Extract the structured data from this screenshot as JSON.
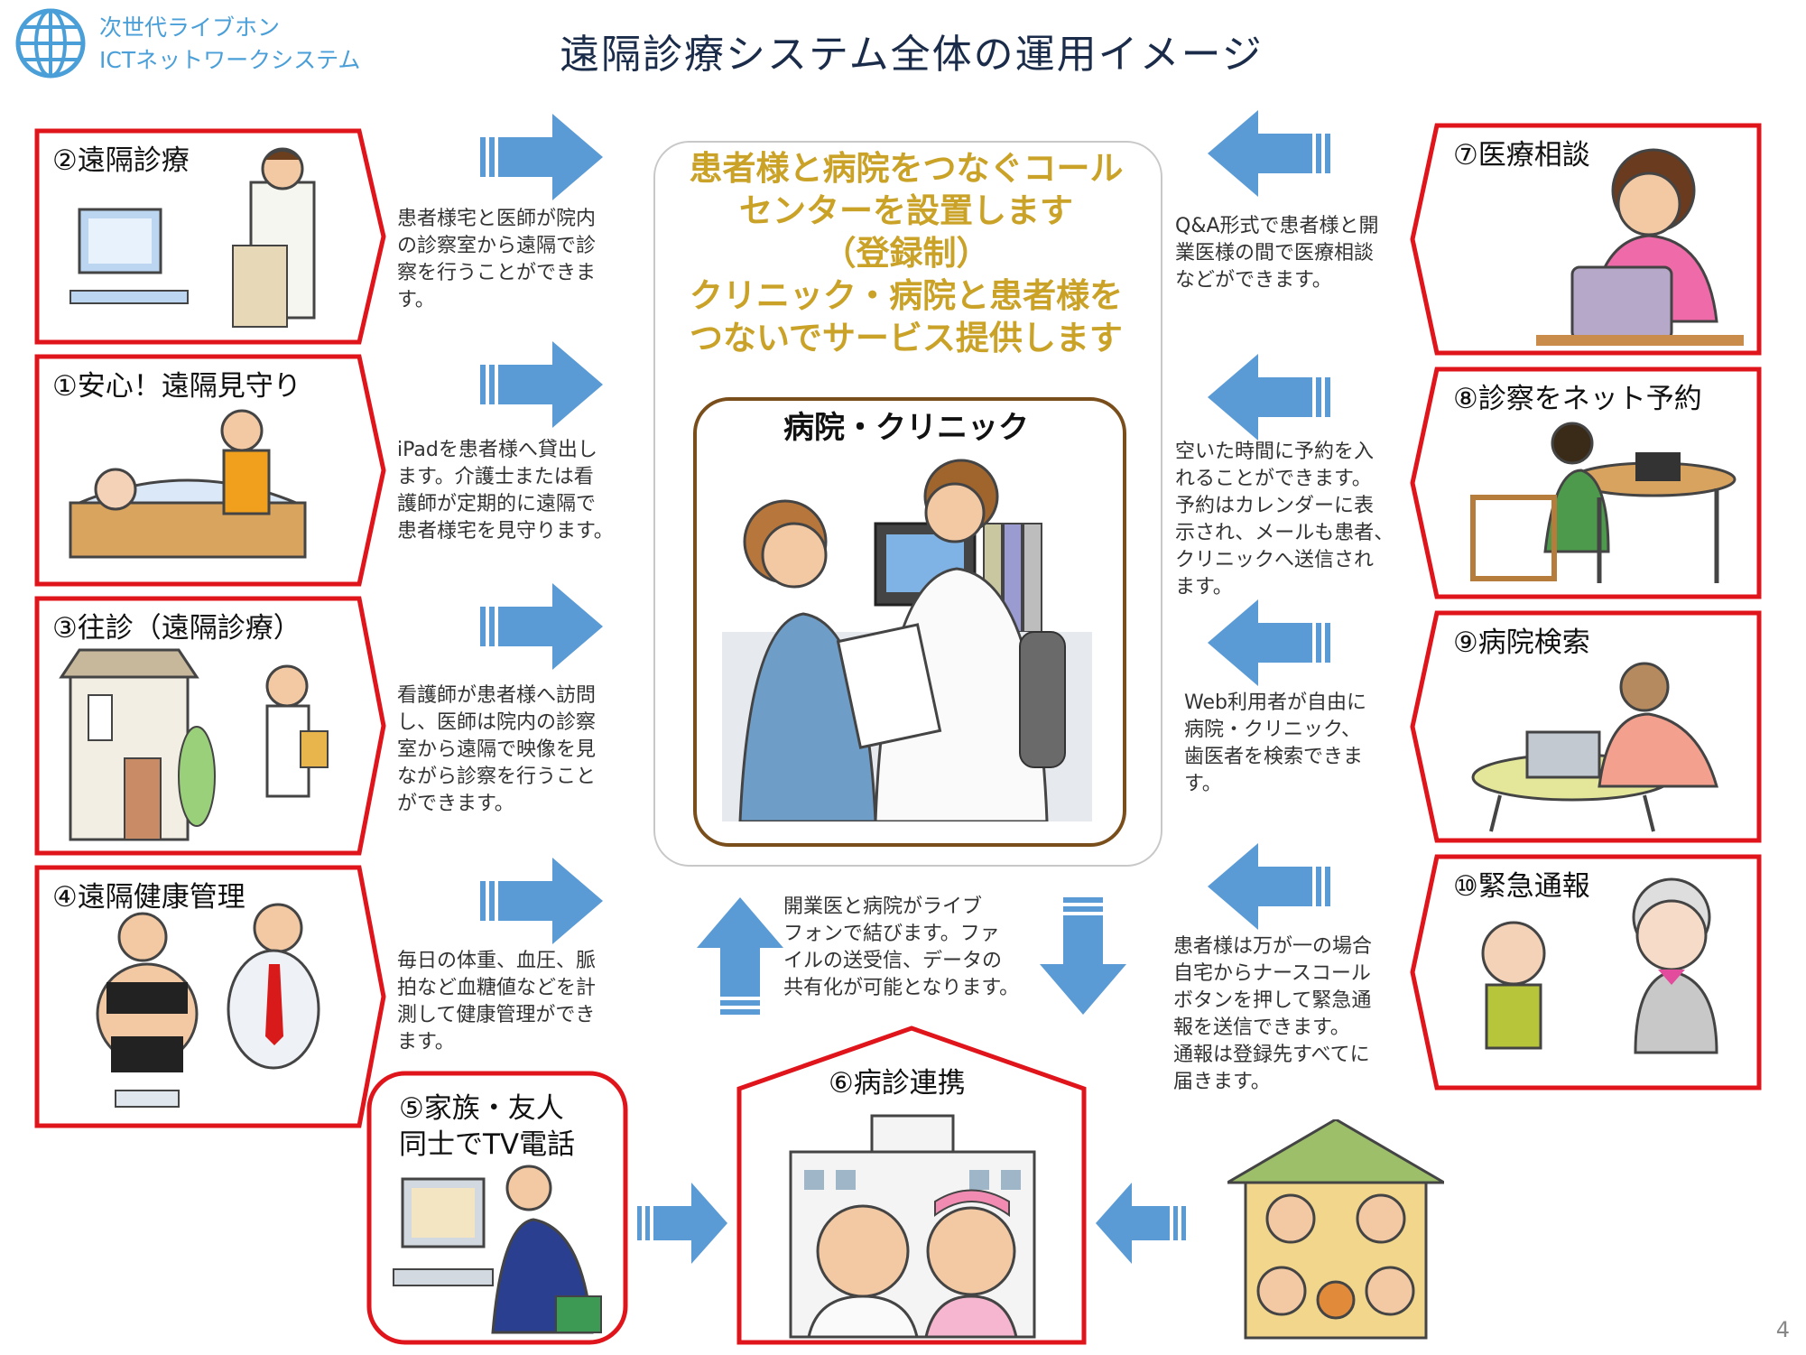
{
  "logo": {
    "line1": "次世代ライブホン",
    "line2": "ICTネットワークシステム",
    "icon": "globe-icon"
  },
  "title": "遠隔診療システム全体の運用イメージ",
  "center": {
    "heading": [
      "患者様と病院をつなぐコール",
      "センターを設置します",
      "（登録制）",
      "クリニック・病院と患者様を",
      "つないでサービス提供します"
    ],
    "hospital_title": "病院・クリニック"
  },
  "services_left": [
    {
      "label": "②遠隔診療",
      "desc": [
        "患者様宅と医師が院内",
        "の診察室から遠隔で診",
        "察を行うことができま",
        "す。"
      ]
    },
    {
      "label": "①安心！遠隔見守り",
      "desc": [
        "iPadを患者様へ貸出し",
        "ます。介護士または看",
        "護師が定期的に遠隔で",
        "患者様宅を見守ります。"
      ]
    },
    {
      "label": "③往診（遠隔診療）",
      "desc": [
        "看護師が患者様へ訪問",
        "し、医師は院内の診察",
        "室から遠隔で映像を見",
        "ながら診察を行うこと",
        "ができます。"
      ]
    },
    {
      "label": "④遠隔健康管理",
      "desc": [
        "毎日の体重、血圧、脈",
        "拍など血糖値などを計",
        "測して健康管理ができ",
        "ます。"
      ]
    }
  ],
  "services_right": [
    {
      "label": "⑦医療相談",
      "desc": [
        "Q&A形式で患者様と開",
        "業医様の間で医療相談",
        "などができます。"
      ]
    },
    {
      "label": "⑧診察をネット予約",
      "desc": [
        "空いた時間に予約を入",
        "れることができます。",
        "予約はカレンダーに表",
        "示され、メールも患者、",
        "クリニックへ送信され",
        "ます。"
      ]
    },
    {
      "label": "⑨病院検索",
      "desc": [
        "Web利用者が自由に",
        "病院・クリニック、",
        "歯医者を検索できま",
        "す。"
      ]
    },
    {
      "label": "⑩緊急通報",
      "desc": [
        "患者様は万が一の場合",
        "自宅からナースコール",
        "ボタンを押して緊急通",
        "報を送信できます。",
        "通報は登録先すべてに",
        "届きます。"
      ]
    }
  ],
  "bottom": {
    "family_label": [
      "⑤家族・友人",
      "同士でTV電話"
    ],
    "cooperation_label": "⑥病診連携",
    "cooperation_desc": [
      "開業医と病院がライブ",
      "フォンで結びます。ファ",
      "イルの送受信、データの",
      "共有化が可能となります。"
    ]
  },
  "colors": {
    "frame_red": "#e0141b",
    "arrow_blue": "#5b9bd5",
    "heading_gold": "#c9a227",
    "hospital_frame": "#7a4e1b"
  },
  "page_number": "4"
}
